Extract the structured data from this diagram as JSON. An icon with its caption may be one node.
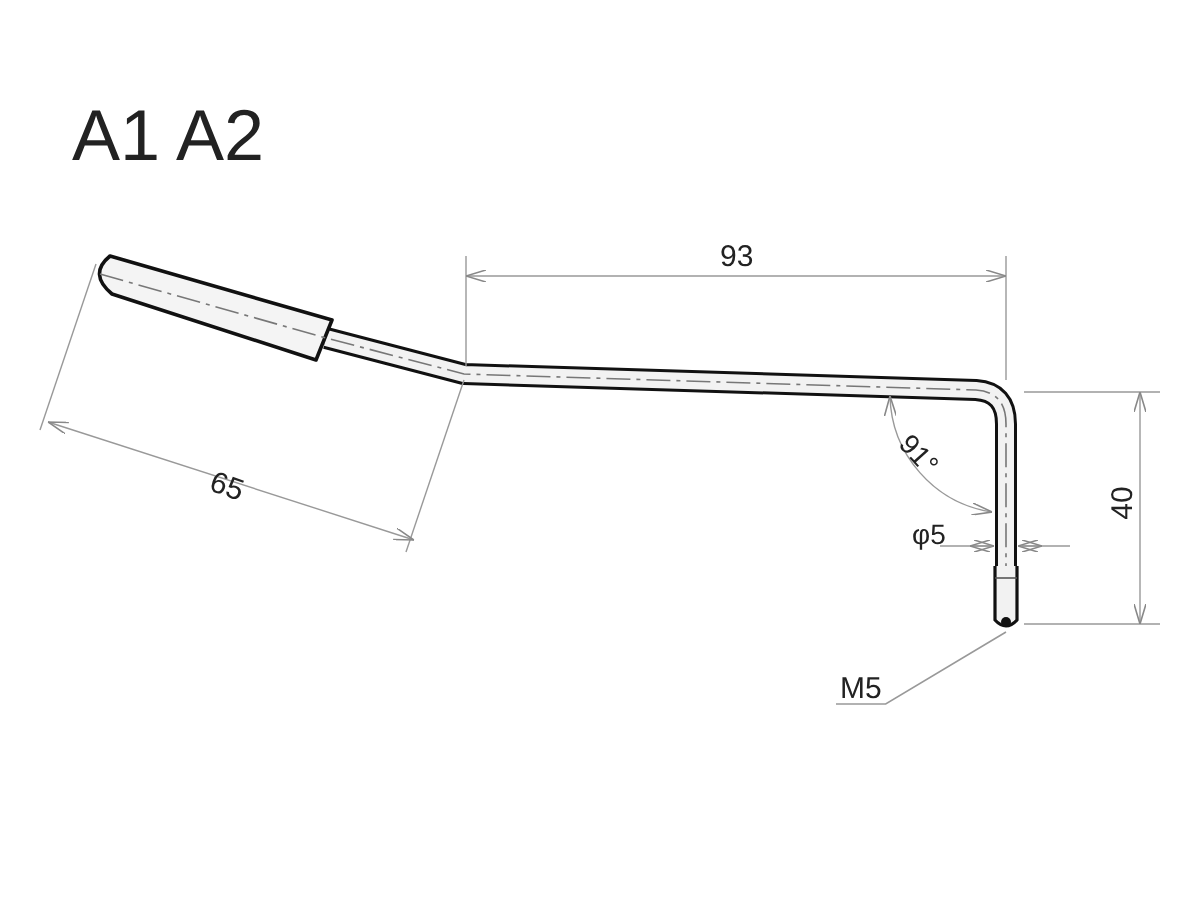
{
  "diagram": {
    "title": "A1 A2",
    "nodes": [
      {
        "text": [
          "M5"
        ]
      },
      {
        "text": [],
        "shape": "picture"
      }
    ],
    "edges": [
      {
        "from": 0,
        "to": 1,
        "arrow": "none"
      }
    ],
    "labels": [
      "93",
      "65",
      "91°",
      "φ5",
      "40"
    ]
  }
}
